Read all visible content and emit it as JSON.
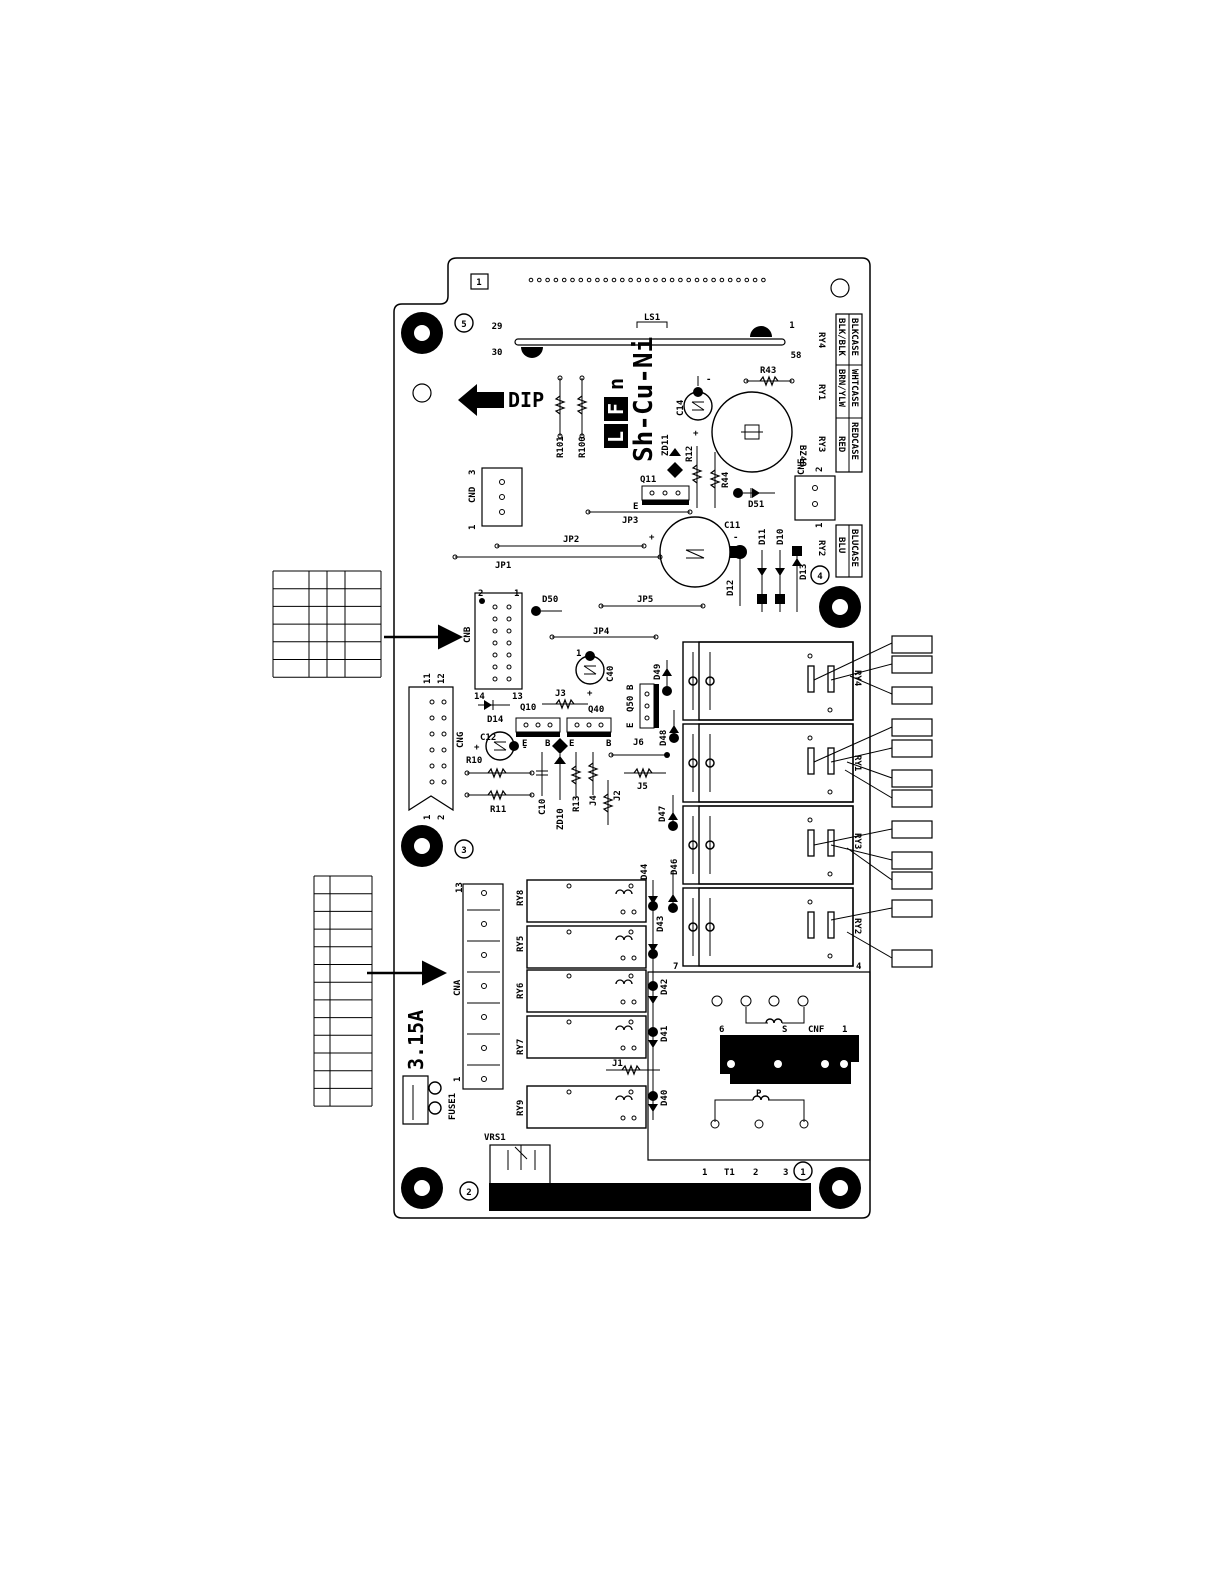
{
  "markers": {
    "m1": "1",
    "m2": "2",
    "m3": "3",
    "m4": "4",
    "m5": "5"
  },
  "arrow_label": "DIP",
  "logo_letters": [
    "L",
    "F",
    "n"
  ],
  "alloy": "Sh-Cu-Ni",
  "fuse_rating": "3.15A",
  "components": {
    "ls1": "LS1",
    "pin29": "29",
    "pin30": "30",
    "pin1": "1",
    "pin58": "58",
    "r101": "R101",
    "r100": "R100",
    "c14": "C14",
    "zd11": "ZD11",
    "r12": "R12",
    "r43": "R43",
    "r44": "R44",
    "bz40": "BZ40",
    "d51": "D51",
    "cne": "CNE",
    "cnd": "CND",
    "q11": "Q11",
    "jp3": "JP3",
    "jp2": "JP2",
    "jp1": "JP1",
    "c11": "C11",
    "d11": "D11",
    "d10": "D10",
    "d12": "D12",
    "d13": "D13",
    "ry2": "RY2",
    "d50": "D50",
    "jp5": "JP5",
    "cnb": "CNB",
    "jp4": "JP4",
    "c40": "C40",
    "d49": "D49",
    "q50": "Q50",
    "d48": "D48",
    "j3": "J3",
    "q10": "Q10",
    "q40": "Q40",
    "d14": "D14",
    "cng": "CNG",
    "c12": "C12",
    "r10": "R10",
    "r11": "R11",
    "c10": "C10",
    "zd10": "ZD10",
    "r13": "R13",
    "j4": "J4",
    "j2": "J2",
    "j5": "J5",
    "j6": "J6",
    "d47": "D47",
    "ry4": "RY4",
    "ry1": "RY1",
    "ry3": "RY3",
    "d46": "D46",
    "d44": "D44",
    "d43": "D43",
    "ry8": "RY8",
    "ry5": "RY5",
    "ry6": "RY6",
    "ry7": "RY7",
    "ry9": "RY9",
    "cna": "CNA",
    "d42": "D42",
    "d41": "D41",
    "d40": "D40",
    "j1": "J1",
    "cnf": "CNF",
    "fuse1": "FUSE1",
    "vrs1": "VRS1",
    "t1": "T1",
    "p": "P",
    "s": "S",
    "e": "E",
    "b": "B"
  },
  "pin_numbers": {
    "cnd_top": "3",
    "cnd_bottom": "1",
    "cne_top": "2",
    "cne_bottom": "1",
    "cnb_2": "2",
    "cnb_1": "1",
    "cnb_14": "14",
    "cnb_13": "13",
    "cng_11": "11",
    "cng_12": "12",
    "cng_1": "1",
    "cng_2": "2",
    "cna_13": "13",
    "cna_1": "1",
    "cnf_6": "6",
    "cnf_1": "1",
    "t1_1": "1",
    "t1_2": "2",
    "t1_3": "3",
    "relay_7": "7",
    "relay_4": "4"
  },
  "case_label_1": {
    "line1": "BLKCASE",
    "line2": "BLK/BLK",
    "line3": "RY4"
  },
  "case_label_2": {
    "line1": "WHTCASE",
    "line2": "BRN/YLW",
    "line3": "RY1"
  },
  "case_label_3": {
    "line1": "REDCASE",
    "line2": "RED",
    "line3": "RY3"
  },
  "case_label_4": {
    "line1": "BLUCASE",
    "line2": "BLU",
    "line3": "RY2"
  }
}
